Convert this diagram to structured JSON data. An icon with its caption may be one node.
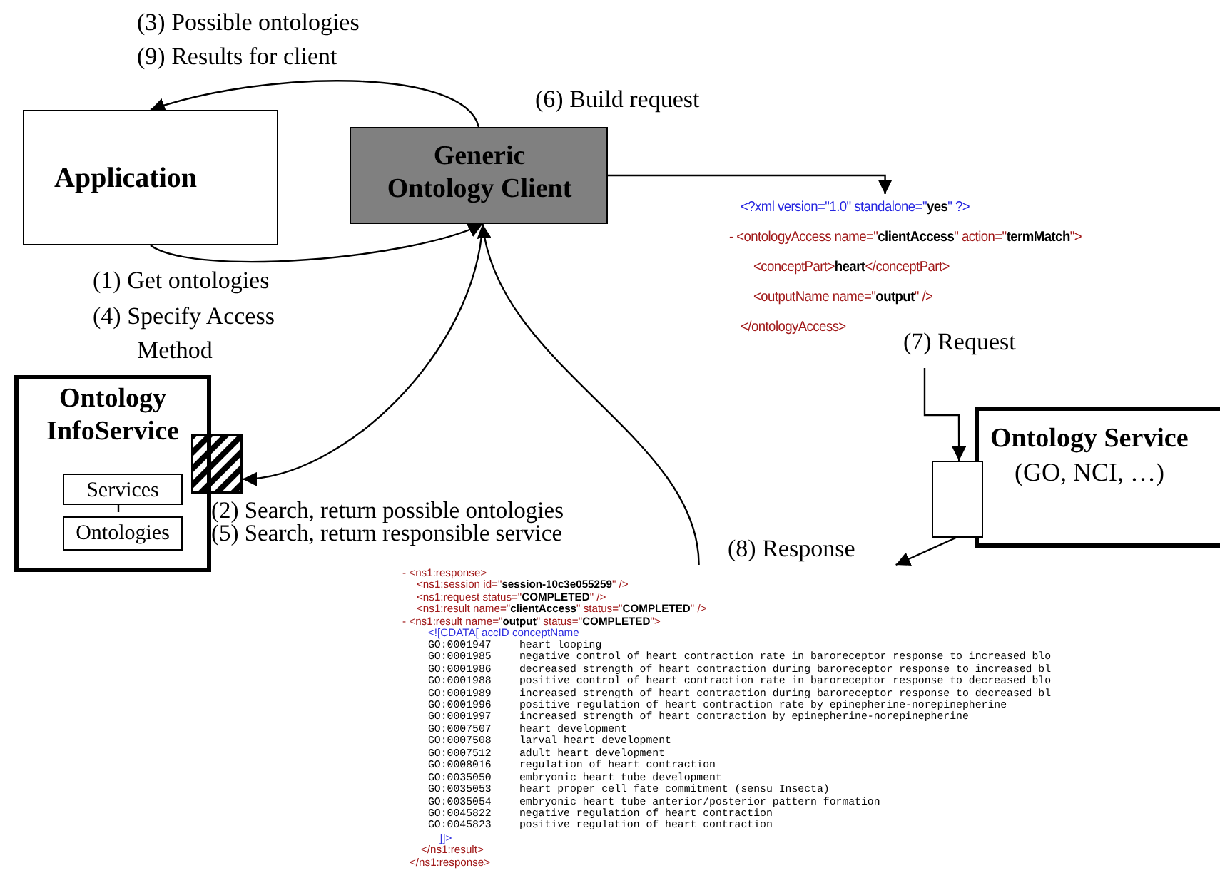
{
  "diagram": {
    "nodes": [
      {
        "text": [
          "Application"
        ]
      },
      {
        "text": [
          "Generic Ontology Client"
        ]
      },
      {
        "text": [
          "Ontology InfoService"
        ]
      },
      {
        "text": [
          "Services"
        ],
        "in": 2
      },
      {
        "text": [
          "Ontologies"
        ],
        "in": 2
      },
      {
        "text": [],
        "shape": "box"
      },
      {
        "text": [
          "<?xml version=\"1.0\" standalone=\"**yes**\" ?>",
          "- <ontologyAccess name=\"**clientAccess**\" action=\"**termMatch**\">",
          "<conceptPart>**heart**</conceptPart>",
          "<outputName name=\"**output**\" />",
          "</ontologyAccess>"
        ]
      },
      {
        "text": [
          "Ontology Service",
          "(GO, NCI, …)"
        ]
      },
      {
        "text": [],
        "shape": "box"
      },
      {
        "text": [
          "- <ns1:response>",
          "<ns1:session id=\"**session-10c3e055259**\" />",
          "<ns1:request status=\"**COMPLETED**\" />",
          "<ns1:result name=\"**clientAccess**\" status=\"**COMPLETED**\" />",
          "- <ns1:result name=\"**output**\" status=\"**COMPLETED**\">",
          "<![CDATA[ accID conceptName",
          "GO:0001947 heart looping",
          "GO:0001985 negative control of heart contraction rate in baroreceptor response to increased blo",
          "GO:0001986 decreased strength of heart contraction during baroreceptor response to increased bl",
          "GO:0001988 positive control of heart contraction rate in baroreceptor response to decreased blo",
          "GO:0001989 increased strength of heart contraction during baroreceptor response to decreased bl",
          "GO:0001996 positive regulation of heart contraction rate by epinepherine-norepinepherine",
          "GO:0001997 increased strength of heart contraction by epinepherine-norepinepherine",
          "GO:0007507 heart development",
          "GO:0007508 larval heart development",
          "GO:0007512 adult heart development",
          "GO:0008016 regulation of heart contraction",
          "GO:0035050 embryonic heart tube development",
          "GO:0035053 heart proper cell fate commitment (sensu Insecta)",
          "GO:0035054 embryonic heart tube anterior/posterior pattern formation",
          "GO:0045822 negative regulation of heart contraction",
          "GO:0045823 positive regulation of heart contraction",
          "]]>",
          "</ns1:result>",
          "</ns1:response>"
        ]
      }
    ],
    "edges": [
      {
        "from": 0,
        "to": 1,
        "arrow": "to"
      },
      {
        "from": 1,
        "to": 0,
        "arrow": "to"
      },
      {
        "from": 1,
        "to": 5,
        "arrow": "to"
      },
      {
        "from": 9,
        "to": 1,
        "arrow": "to"
      },
      {
        "from": 1,
        "to": 6,
        "arrow": "to"
      },
      {
        "from": null,
        "to": 8,
        "arrow": "to"
      },
      {
        "from": 8,
        "to": 9,
        "arrow": "to"
      },
      {
        "from": 3,
        "to": 4,
        "arrow": "none"
      }
    ],
    "labels": [
      "(3) Possible ontologies",
      "(9) Results for client",
      "(6) Build request",
      "(1) Get ontologies",
      "(4) Specify Access Method",
      "(7) Request",
      "(2) Search, return possible ontologies",
      "(5) Search, return responsible service",
      "(8) Response"
    ]
  }
}
